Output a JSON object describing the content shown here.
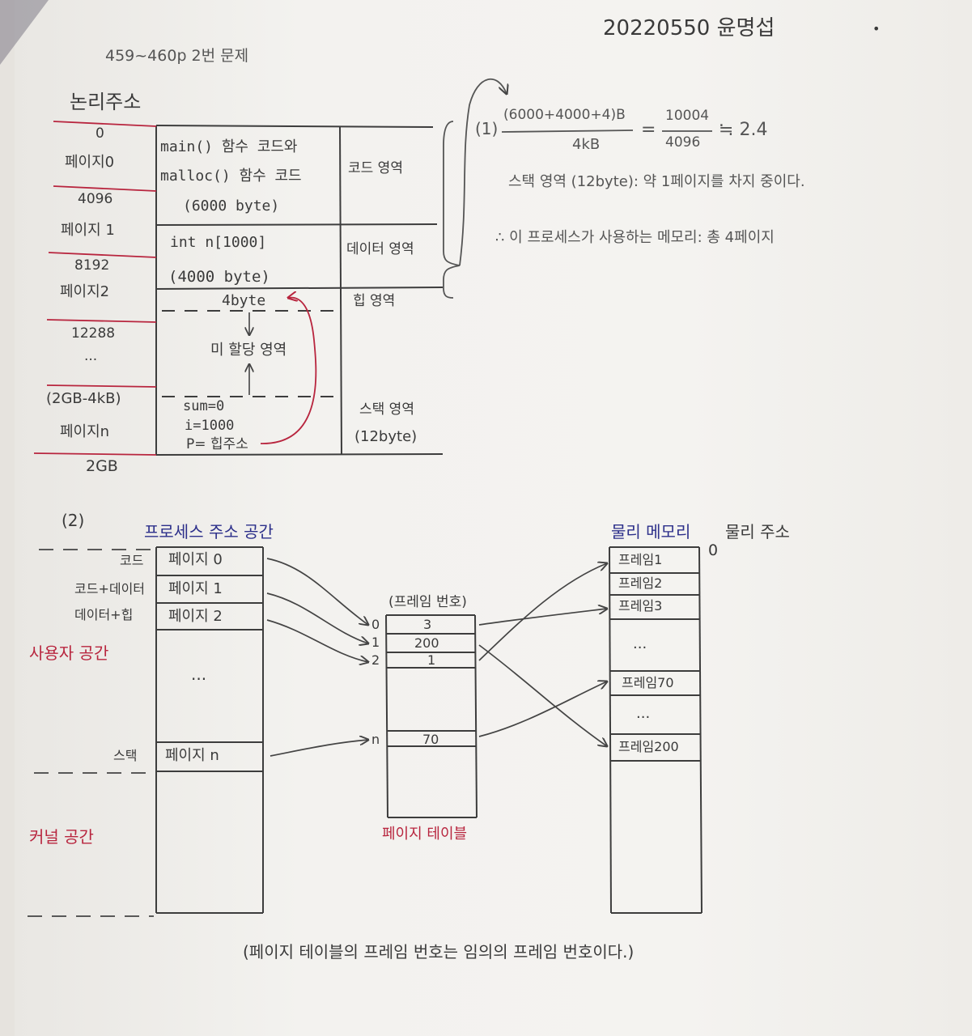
{
  "header": {
    "student_id_name": "20220550 윤명섭",
    "assignment": "459~460p 2번 문제",
    "corner_mark": "•"
  },
  "part1": {
    "logical_address_title": "논리주소",
    "address_labels": [
      "0",
      "페이지0",
      "4096",
      "페이지 1",
      "8192",
      "페이지2",
      "12288",
      "...",
      "(2GB-4kB)",
      "페이지n",
      "2GB"
    ],
    "code_box": [
      "main() 함수 코드와",
      "malloc() 함수 코드",
      "(6000 byte)"
    ],
    "data_box": [
      "int n[1000]",
      "(4000 byte)"
    ],
    "heap_box": "4byte",
    "unallocated": "미 할당 영역",
    "stack_box": [
      "sum=0",
      "i=1000",
      "P= 힙주소"
    ],
    "region_labels": {
      "code": "코드 영역",
      "data": "데이터 영역",
      "heap": "힙 영역",
      "stack": "스택 영역",
      "stack_size": "(12byte)"
    }
  },
  "calculation": {
    "number": "(1)",
    "numerator": "(6000+4000+4)B",
    "denominator": "4kB",
    "equals": "=",
    "frac2_num": "10004",
    "frac2_den": "4096",
    "approx": "≒ 2.4",
    "line2": "스택 영역 (12byte): 약 1페이지를 차지 중이다.",
    "line3": "∴ 이 프로세스가 사용하는 메모리: 총 4페이지"
  },
  "part2": {
    "number": "(2)",
    "process_space_title": "프로세스 주소 공간",
    "row_labels": [
      "코드",
      "코드+데이터",
      "데이터+힙",
      "스택"
    ],
    "pages": [
      "페이지 0",
      "페이지 1",
      "페이지 2",
      "페이지 n"
    ],
    "process_dots": "...",
    "user_space": "사용자 공간",
    "kernel_space": "커널 공간",
    "page_table_header": "(프레임 번호)",
    "page_table_indices": [
      "0",
      "1",
      "2",
      "n"
    ],
    "page_table_values": [
      "3",
      "200",
      "1",
      "70"
    ],
    "page_table_title": "페이지 테이블",
    "physical_memory_title": "물리 메모리",
    "physical_zero": "0",
    "physical_address": "물리 주소",
    "frames": [
      "프레임1",
      "프레임2",
      "프레임3",
      "프레임70",
      "프레임200"
    ],
    "frame_dots": [
      "...",
      "..."
    ],
    "footnote": "(페이지 테이블의 프레임 번호는 임의의 프레임 번호이다.)"
  },
  "colors": {
    "ink": "#3a3a3a",
    "red_ink": "#b8253e",
    "blue_ink": "#2c2f8a",
    "paper": "#f4f3f0"
  }
}
